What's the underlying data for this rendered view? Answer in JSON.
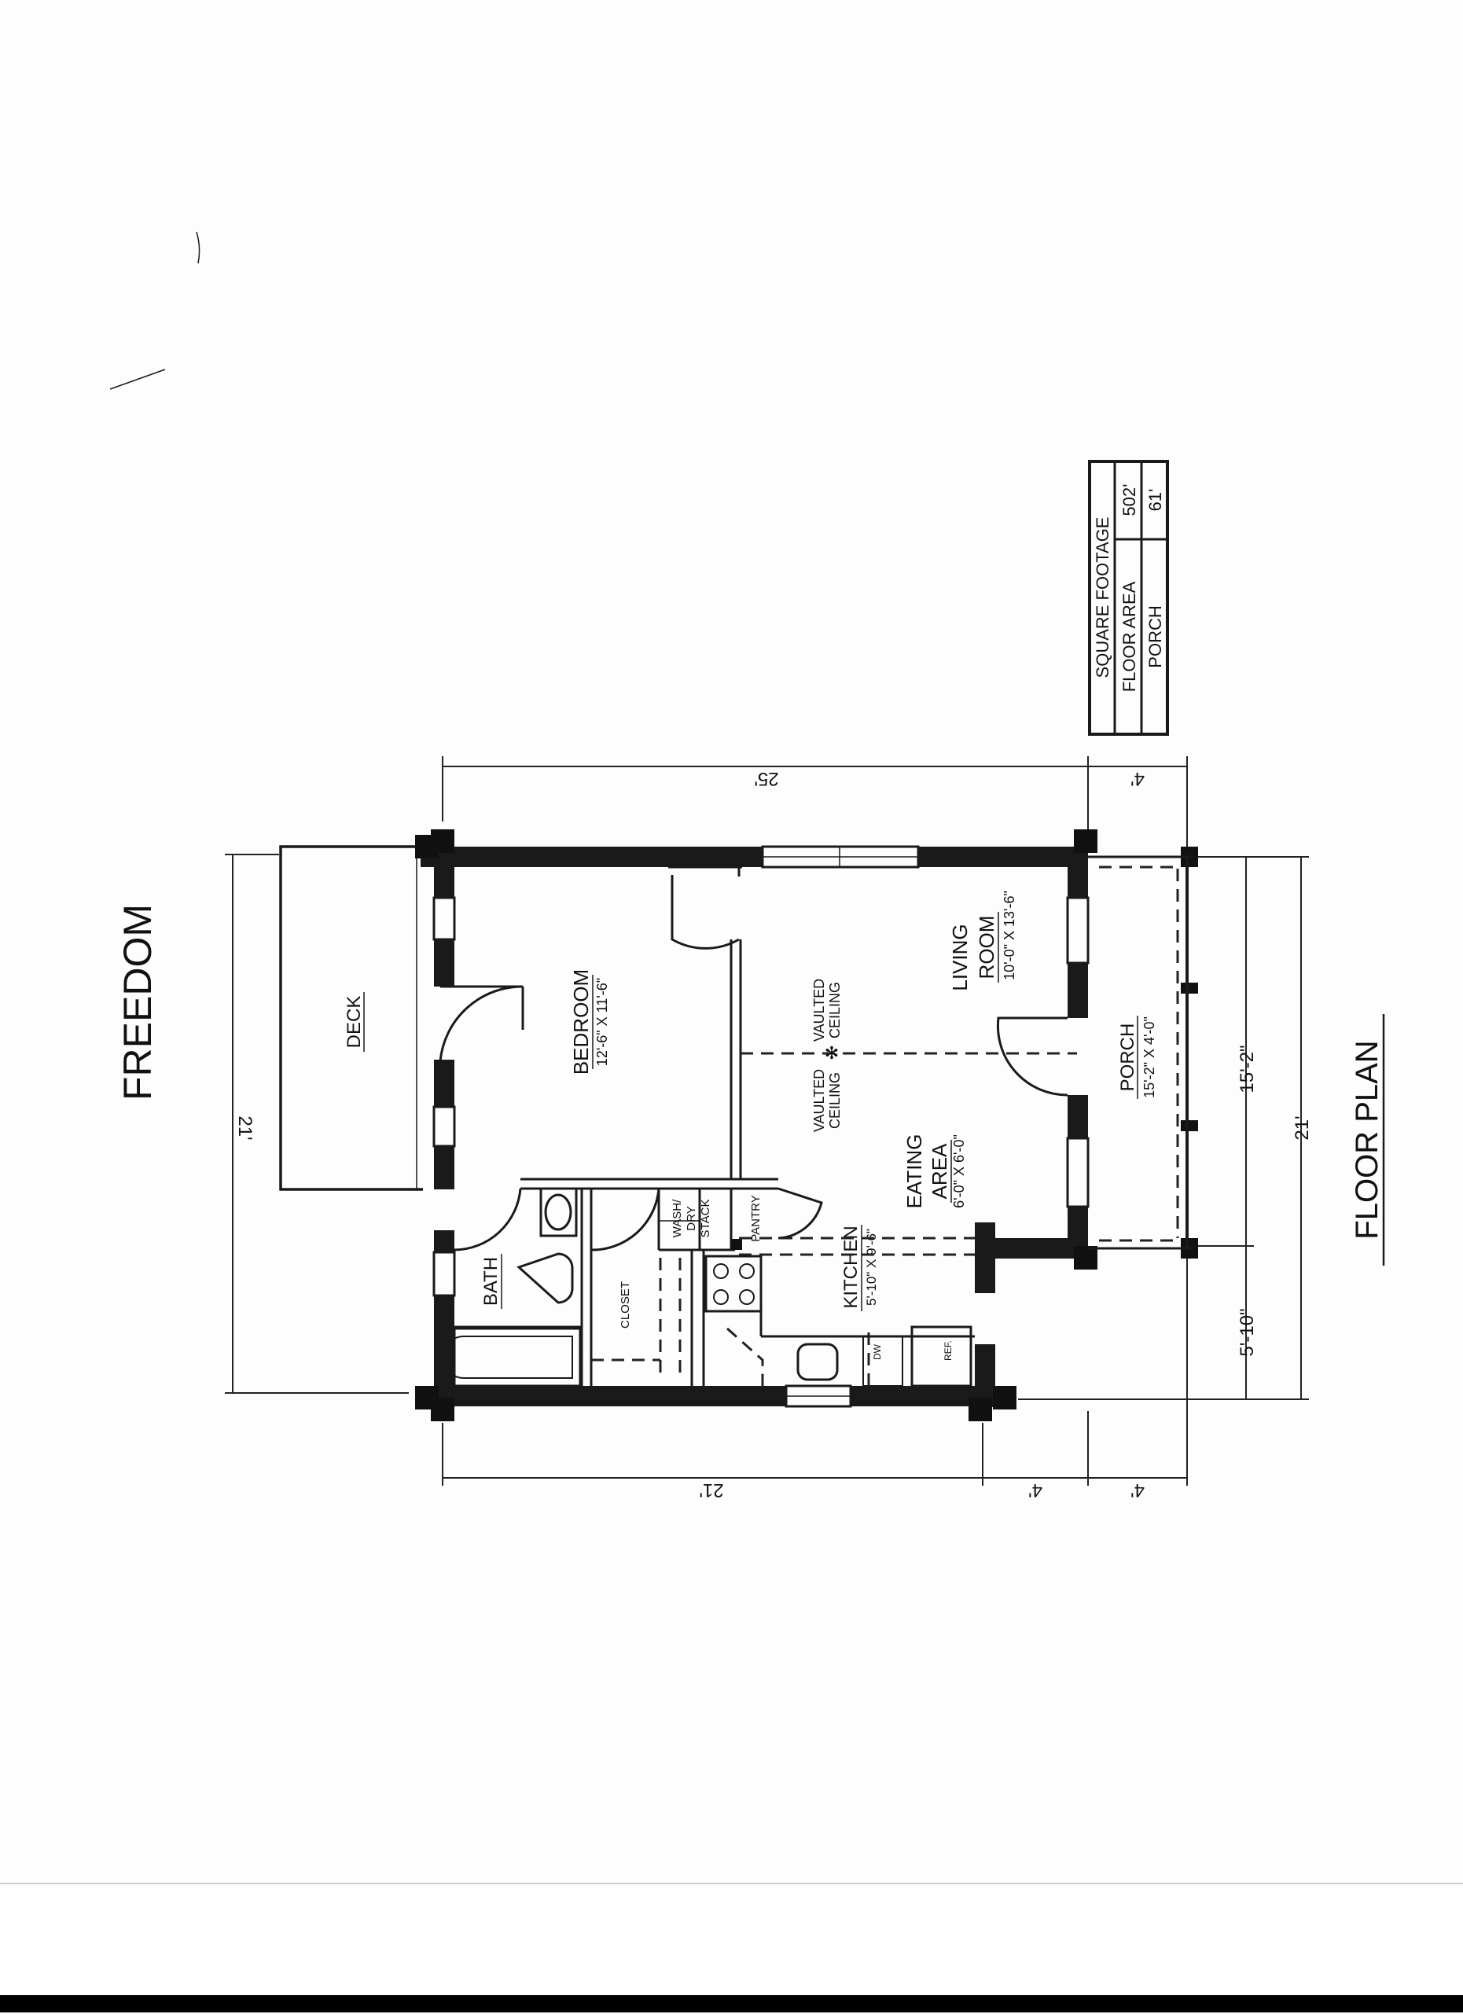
{
  "title": "FREEDOM",
  "plan_label": "FLOOR PLAN",
  "square_footage": {
    "header": "SQUARE FOOTAGE",
    "rows": [
      {
        "label": "FLOOR AREA",
        "value": "502'"
      },
      {
        "label": "PORCH",
        "value": "61'"
      }
    ]
  },
  "rooms": {
    "deck": {
      "name": "DECK"
    },
    "bedroom": {
      "name": "BEDROOM",
      "size": "12'-6\" X 11'-6\""
    },
    "living": {
      "name1": "LIVING",
      "name2": "ROOM",
      "size": "10'-0\" X 13'-6\""
    },
    "porch": {
      "name": "PORCH",
      "size": "15'-2\" X 4'-0\""
    },
    "eating": {
      "name1": "EATING",
      "name2": "AREA",
      "size": "6'-0\" X 6'-0\""
    },
    "kitchen": {
      "name": "KITCHEN",
      "size": "5'-10\" X 9'-6\""
    },
    "bath": {
      "name": "BATH"
    },
    "closet": {
      "name": "CLOSET"
    },
    "wash": {
      "line1": "WASH/",
      "line2": "DRY",
      "line3": "STACK"
    },
    "pantry": {
      "name": "PANTRY"
    }
  },
  "ceiling": {
    "left1": "VAULTED",
    "left2": "CEILING",
    "right1": "VAULTED",
    "right2": "CEILING"
  },
  "appliances": {
    "dishwasher": "DW",
    "refrigerator": "REF."
  },
  "dimensions": {
    "top_main": "25'",
    "top_porch": "4'",
    "left_overall": "21'",
    "right_porch": "15'-2\"",
    "right_kitchen": "5'-10\"",
    "right_overall": "21'",
    "bottom_main": "21'",
    "bottom_mid": "4'",
    "bottom_porch": "4'"
  }
}
